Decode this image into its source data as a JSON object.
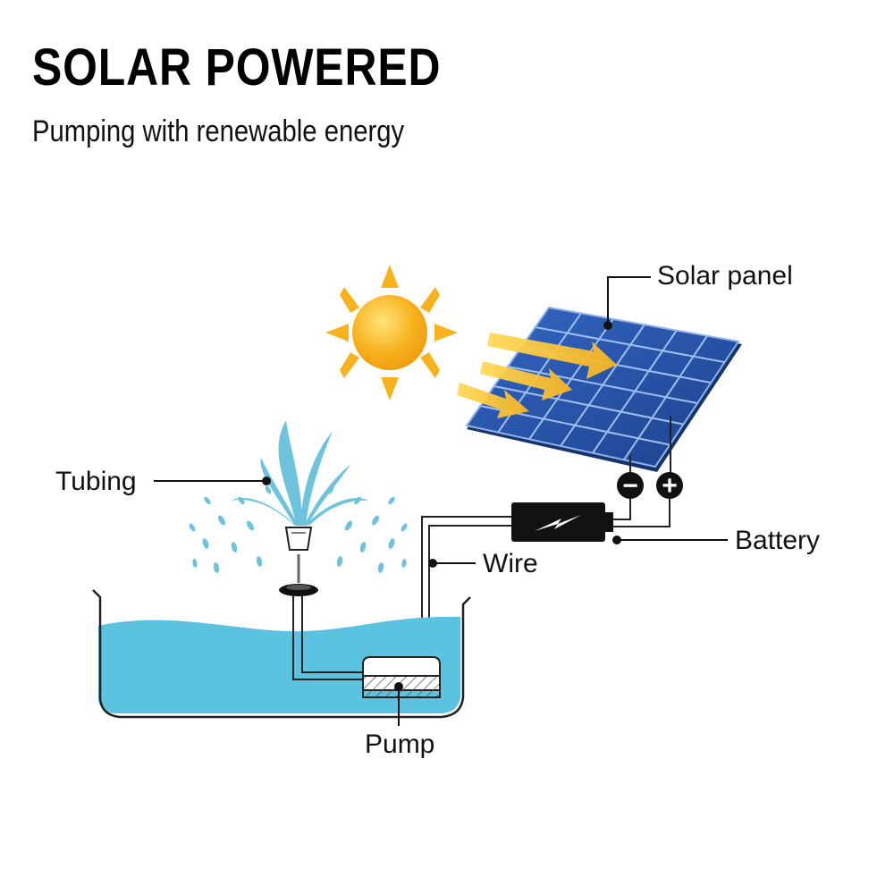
{
  "header": {
    "title": "SOLAR POWERED",
    "subtitle": "Pumping with renewable energy"
  },
  "labels": {
    "solar_panel": "Solar panel",
    "tubing": "Tubing",
    "battery": "Battery",
    "wire": "Wire",
    "pump": "Pump"
  },
  "terminals": {
    "negative": "−",
    "positive": "+"
  },
  "colors": {
    "sun": "#f7b21e",
    "sun_rays": "#f5bd2a",
    "panel": "#1f4fa0",
    "water": "#5bc3df",
    "battery": "#111111"
  }
}
